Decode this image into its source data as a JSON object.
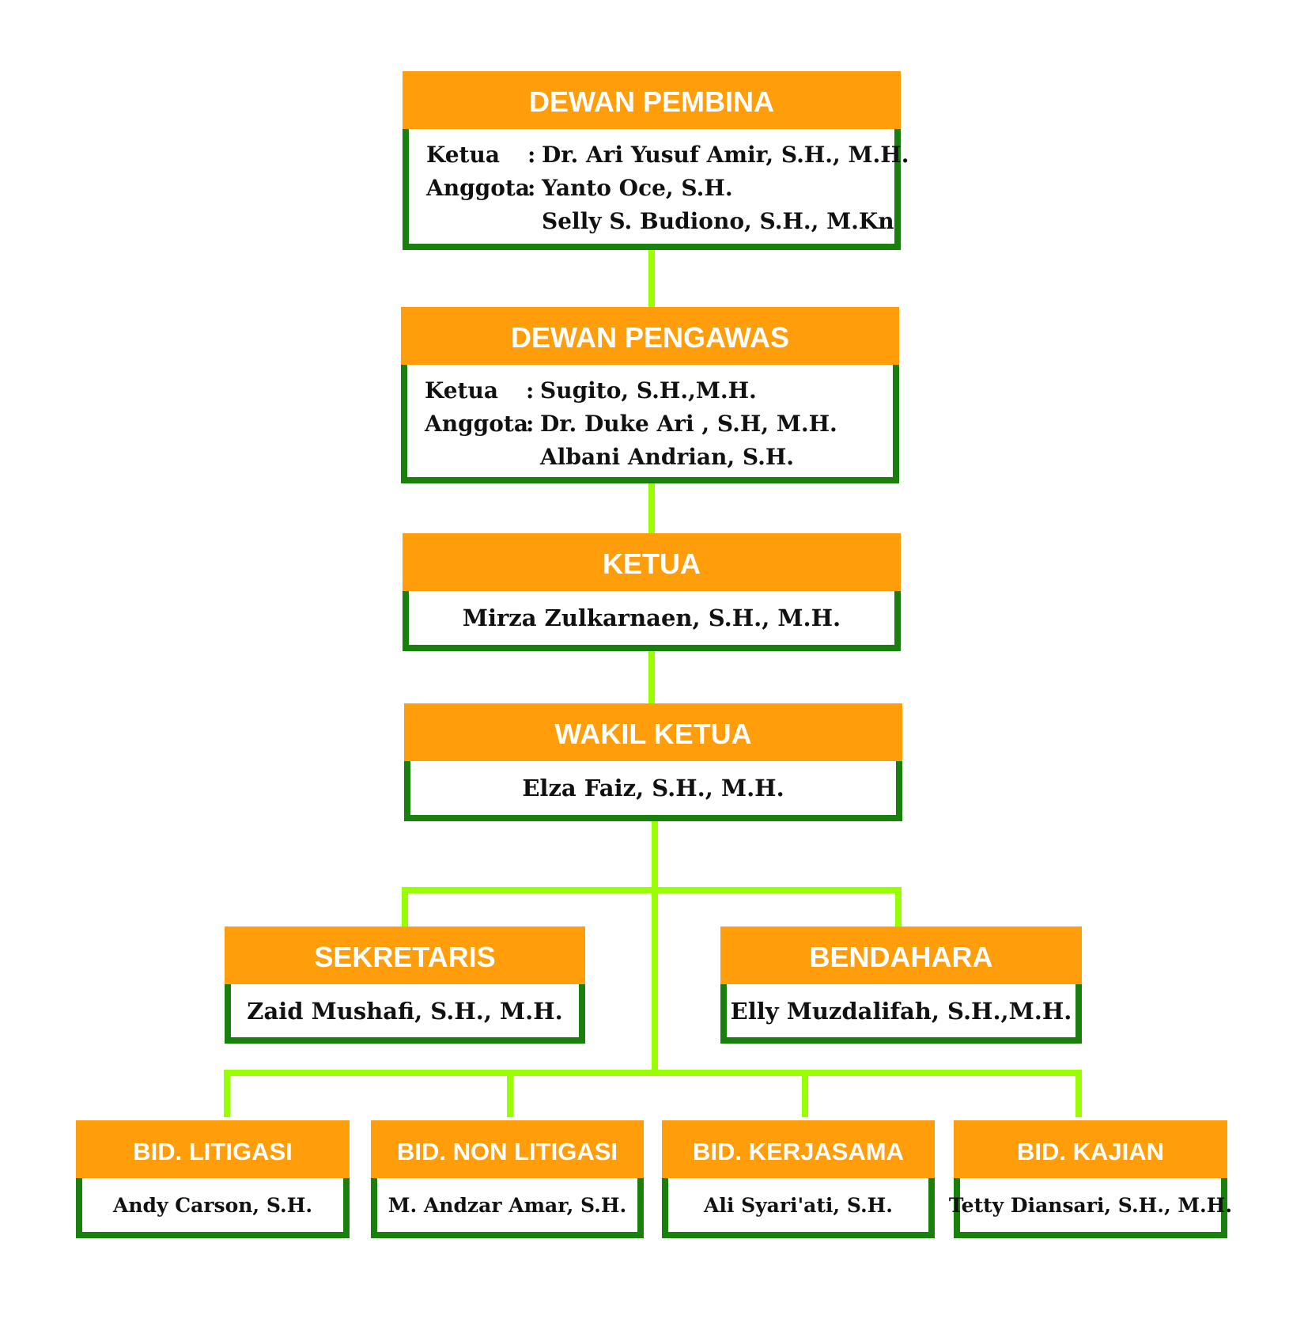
{
  "colors": {
    "header_fill": "#ff9e0a",
    "header_text": "#ffffff",
    "box_border": "#1a800d",
    "connector": "#99ff00"
  },
  "dewan_pembina": {
    "title": "DEWAN PEMBINA",
    "ketua_label": "Ketua",
    "anggota_label": "Anggota",
    "colon": ":",
    "ketua": "Dr. Ari Yusuf Amir, S.H., M.H.",
    "anggota": [
      "Yanto Oce, S.H.",
      "Selly S. Budiono, S.H., M.Kn"
    ]
  },
  "dewan_pengawas": {
    "title": "DEWAN PENGAWAS",
    "ketua_label": "Ketua",
    "anggota_label": "Anggota",
    "colon": ":",
    "ketua": "Sugito, S.H.,M.H.",
    "anggota": [
      "Dr. Duke Ari , S.H, M.H.",
      "Albani Andrian, S.H."
    ]
  },
  "ketua": {
    "title": "KETUA",
    "name": "Mirza Zulkarnaen, S.H., M.H."
  },
  "wakil_ketua": {
    "title": "WAKIL KETUA",
    "name": "Elza Faiz, S.H., M.H."
  },
  "sekretaris": {
    "title": "SEKRETARIS",
    "name": "Zaid Mushafi, S.H., M.H."
  },
  "bendahara": {
    "title": "BENDAHARA",
    "name": "Elly Muzdalifah, S.H.,M.H."
  },
  "bidang": [
    {
      "title": "BID. LITIGASI",
      "name": "Andy Carson, S.H."
    },
    {
      "title": "BID. NON LITIGASI",
      "name": "M. Andzar Amar, S.H."
    },
    {
      "title": "BID. KERJASAMA",
      "name": "Ali Syari'ati, S.H."
    },
    {
      "title": "BID. KAJIAN",
      "name": "Tetty Diansari, S.H., M.H."
    }
  ]
}
